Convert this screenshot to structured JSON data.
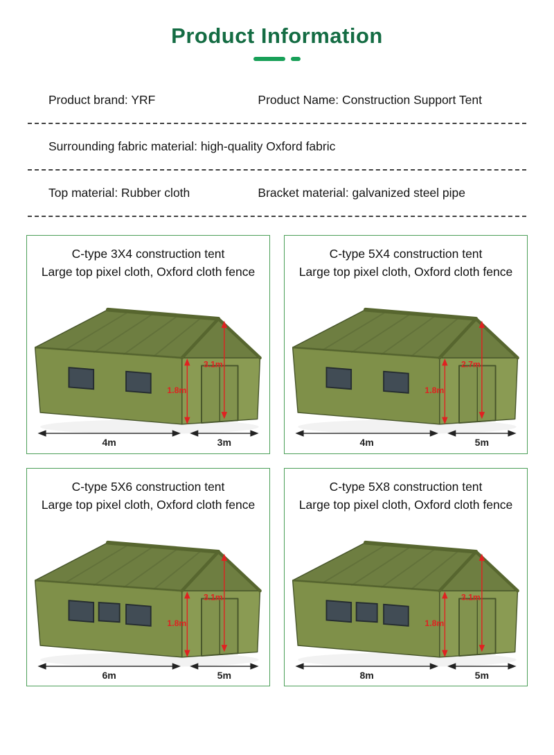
{
  "page": {
    "title": "Product Information"
  },
  "specs": {
    "brand": "Product brand: YRF",
    "product_name": "Product Name: Construction Support Tent",
    "fabric": "Surrounding fabric material: high-quality Oxford fabric",
    "top_material": "Top material: Rubber cloth",
    "bracket": "Bracket material: galvanized steel pipe"
  },
  "colors": {
    "accent_green": "#146c43",
    "underline_green": "#18a058",
    "card_border_green": "#4a9e56",
    "dimension_red": "#e02121",
    "tent_olive_roof": "#6e7e41",
    "tent_olive_wall": "#8a9b53"
  },
  "cards": [
    {
      "title": "C-type 3X4 construction tent",
      "subtitle": "Large top pixel cloth, Oxford cloth fence",
      "dims": {
        "width": "4m",
        "depth": "3m",
        "wall_height": "1.8m",
        "ridge_height": "3.1m"
      }
    },
    {
      "title": "C-type 5X4 construction tent",
      "subtitle": "Large top pixel cloth, Oxford cloth fence",
      "dims": {
        "width": "4m",
        "depth": "5m",
        "wall_height": "1.8m",
        "ridge_height": "2.7m"
      }
    },
    {
      "title": "C-type 5X6 construction tent",
      "subtitle": "Large top pixel cloth, Oxford cloth fence",
      "dims": {
        "width": "6m",
        "depth": "5m",
        "wall_height": "1.8m",
        "ridge_height": "3.1m"
      }
    },
    {
      "title": "C-type 5X8 construction tent",
      "subtitle": "Large top pixel cloth, Oxford cloth fence",
      "dims": {
        "width": "8m",
        "depth": "5m",
        "wall_height": "1.8m",
        "ridge_height": "3.1m"
      }
    }
  ]
}
